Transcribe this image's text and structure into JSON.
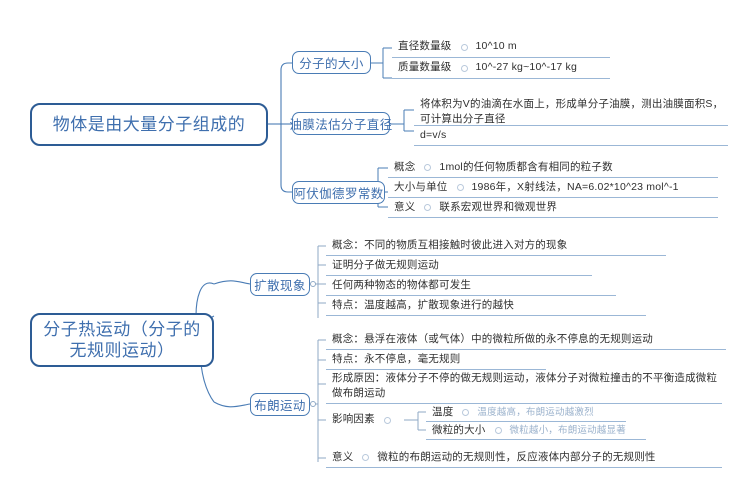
{
  "diagram": {
    "type": "mind-map",
    "colors": {
      "root_border": "#2d5c95",
      "branch_border": "#4a7cb5",
      "node_text": "#3f6fae",
      "leaf_text": "#2f2f2f",
      "leaf_underline": "#9bb7d6",
      "faint_text": "#9bb2cc",
      "background": "#ffffff"
    },
    "topics": [
      {
        "id": "topic-1",
        "root": "物体是由大量分子组成的",
        "branches": [
          {
            "id": "branch-molecule-size",
            "label": "分子的大小",
            "leaves": [
              {
                "label": "直径数量级",
                "bullet": "circle",
                "value": "10^10 m"
              },
              {
                "label": "质量数量级",
                "bullet": "circle",
                "value": "10^-27 kg~10^-17 kg"
              }
            ]
          },
          {
            "id": "branch-oil-film",
            "label": "油膜法估分子直径",
            "leaves": [
              {
                "label": "",
                "bullet": "none",
                "value": "将体积为V的油滴在水面上，形成单分子油膜，测出油膜面积S，可计算出分子直径"
              },
              {
                "label": "",
                "bullet": "none",
                "value": "d=v/s"
              }
            ]
          },
          {
            "id": "branch-avogadro",
            "label": "阿伏伽德罗常数",
            "leaves": [
              {
                "label": "概念",
                "bullet": "circle",
                "value": "1mol的任何物质都含有相同的粒子数"
              },
              {
                "label": "大小与单位",
                "bullet": "circle",
                "value": "1986年，X射线法，NA=6.02*10^23 mol^-1"
              },
              {
                "label": "意义",
                "bullet": "circle",
                "value": "联系宏观世界和微观世界"
              }
            ]
          }
        ]
      },
      {
        "id": "topic-2",
        "root": "分子热运动（分子的无规则运动）",
        "root_line_1": "分子热运动（分子的",
        "root_line_2": "无规则运动）",
        "branches": [
          {
            "id": "branch-diffusion",
            "label": "扩散现象",
            "leaves": [
              {
                "label": "",
                "bullet": "none",
                "value": "概念：不同的物质互相接触时彼此进入对方的现象"
              },
              {
                "label": "",
                "bullet": "none",
                "value": "证明分子做无规则运动"
              },
              {
                "label": "",
                "bullet": "none",
                "value": "任何两种物态的物体都可发生"
              },
              {
                "label": "",
                "bullet": "none",
                "value": "特点：温度越高，扩散现象进行的越快"
              }
            ]
          },
          {
            "id": "branch-brownian",
            "label": "布朗运动",
            "leaves": [
              {
                "label": "",
                "bullet": "none",
                "value": "概念：悬浮在液体（或气体）中的微粒所做的永不停息的无规则运动"
              },
              {
                "label": "",
                "bullet": "none",
                "value": "特点：永不停息，毫无规则"
              },
              {
                "label": "",
                "bullet": "none",
                "value": "形成原因：液体分子不停的做无规则运动，液体分子对微粒撞击的不平衡造成微粒做布朗运动"
              },
              {
                "label": "影响因素",
                "bullet": "circle",
                "value": "",
                "children": [
                  {
                    "label": "温度",
                    "bullet": "circle",
                    "value": "温度越高，布朗运动越激烈"
                  },
                  {
                    "label": "微粒的大小",
                    "bullet": "circle",
                    "value": "微粒越小，布朗运动越显著"
                  }
                ]
              },
              {
                "label": "意义",
                "bullet": "circle",
                "value": "微粒的布朗运动的无规则性，反应液体内部分子的无规则性"
              }
            ]
          }
        ]
      }
    ]
  }
}
